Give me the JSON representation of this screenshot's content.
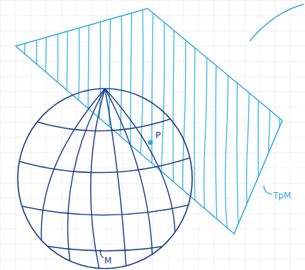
{
  "diagram": {
    "labels": [
      "P",
      "TpM",
      "M"
    ]
  }
}
